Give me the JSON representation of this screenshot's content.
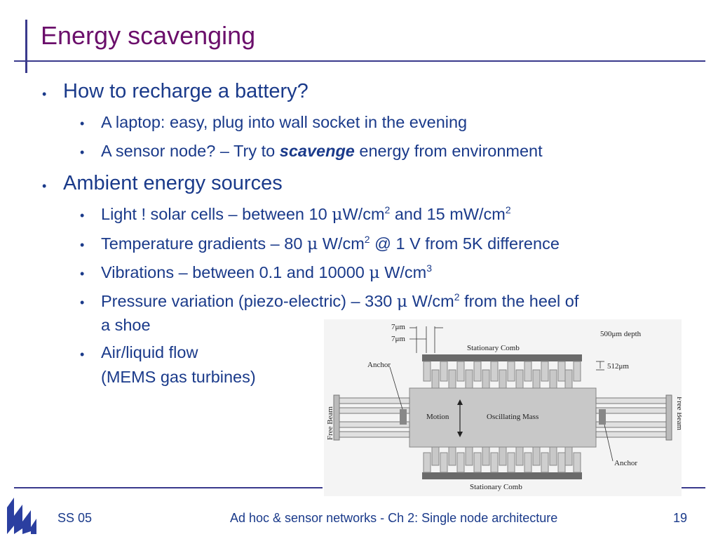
{
  "slide": {
    "title": "Energy scavenging",
    "bullets": [
      {
        "text": "How to recharge a battery?",
        "sub": [
          {
            "text": "A laptop: easy, plug into wall socket in the evening"
          },
          {
            "pre": "A sensor node? – Try to ",
            "em": "scavenge",
            "post": " energy from environment"
          }
        ]
      },
      {
        "text": "Ambient energy sources",
        "sub": [
          {
            "pre": "Light ! solar cells – between 10 ",
            "mu": "μ",
            "mid": "W/cm",
            "sup": "2",
            "post": " and 15 mW/cm",
            "sup2": "2"
          },
          {
            "pre": "Temperature gradients – 80 ",
            "mu": "μ",
            "mid": " W/cm",
            "sup": "2",
            "post": " @ 1 V from 5K difference"
          },
          {
            "pre": "Vibrations – between 0.1 and 10000 ",
            "mu": "μ",
            "mid": " W/cm",
            "sup": "3"
          },
          {
            "pre": "Pressure variation (piezo-electric) – 330 ",
            "mu": "μ",
            "mid": " W/cm",
            "sup": "2",
            "post": " from the heel of",
            "line2": "a shoe"
          },
          {
            "line1": "Air/liquid flow",
            "line2": "(MEMS gas turbines)"
          }
        ]
      }
    ]
  },
  "diagram": {
    "labels": {
      "dim1": "7μm",
      "dim2": "7μm",
      "depth": "500μm depth",
      "stationary_comb_top": "Stationary Comb",
      "anchor_left": "Anchor",
      "gap": "512μm",
      "motion": "Motion",
      "oscillating_mass": "Oscillating Mass",
      "free_beam_left": "Free Beam",
      "free_beam_right": "Free Beam",
      "anchor_right": "Anchor",
      "stationary_comb_bottom": "Stationary Comb"
    }
  },
  "footer": {
    "left": "SS 05",
    "center": "Ad hoc & sensor networks - Ch 2: Single node architecture",
    "page": "19"
  },
  "colors": {
    "title": "#6b0f6b",
    "text": "#1a3a8a",
    "rule": "#3a3a8c"
  }
}
